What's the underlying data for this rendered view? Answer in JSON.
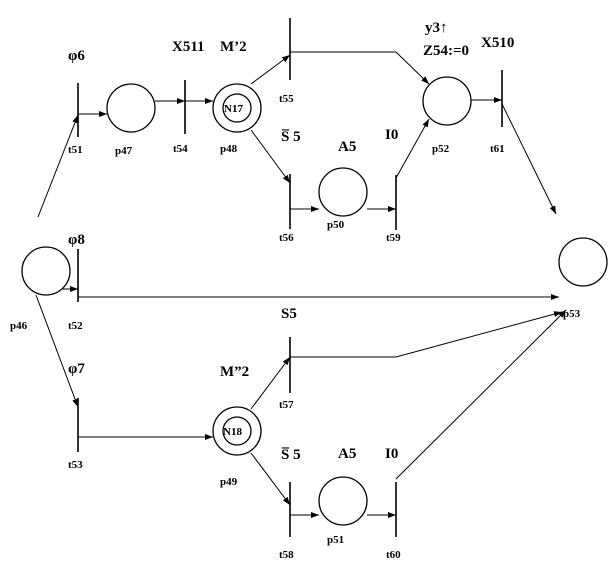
{
  "places": {
    "p46": "p46",
    "p47": "p47",
    "p48": "p48",
    "p49": "p49",
    "p50": "p50",
    "p51": "p51",
    "p52": "p52",
    "p53": "p53"
  },
  "transitions": {
    "t51": "t51",
    "t52": "t52",
    "t53": "t53",
    "t54": "t54",
    "t55": "t55",
    "t56": "t56",
    "t57": "t57",
    "t58": "t58",
    "t59": "t59",
    "t60": "t60",
    "t61": "t61"
  },
  "tokens": {
    "n17": "N17",
    "n18": "N18"
  },
  "conditions": {
    "phi6": "φ6",
    "phi8": "φ8",
    "phi7": "φ7",
    "x511": "X511",
    "m2a": "M’2",
    "m2b": "M”2",
    "s5bar_top": "S̅ 5",
    "s5bar_bottom": "S̅ 5",
    "a5_top": "A5",
    "a5_bottom": "A5",
    "i0_top": "I0",
    "i0_bottom": "I0",
    "y3": "y3↑",
    "z54": "Z54:=0",
    "x510": "X510",
    "s5": "S5"
  }
}
